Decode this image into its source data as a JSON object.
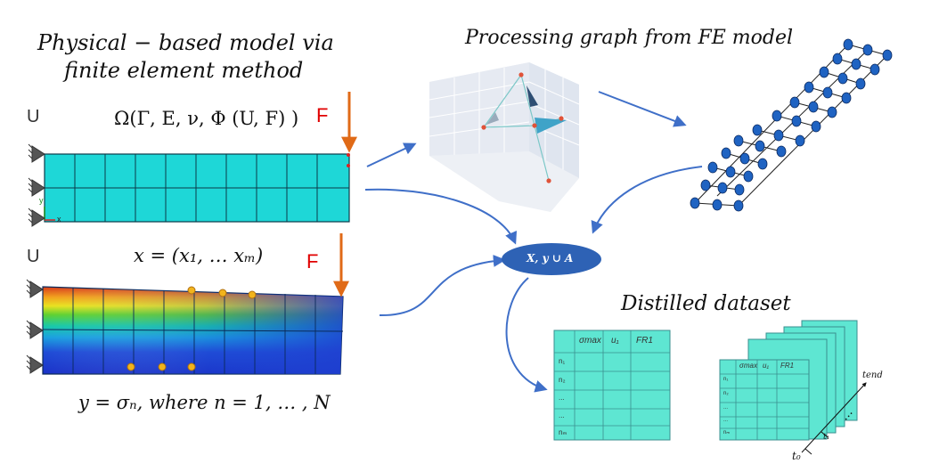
{
  "left": {
    "title_line1": "Physical − based model via",
    "title_line2": "finite element method",
    "omega_eq": "Ω(Γ, E, ν, Φ (U, F) )",
    "x_eq": "x = (x₁, … xₘ)",
    "y_eq": "y = σₙ, where n = 1, … , N",
    "u_label_top": "U",
    "u_label_bottom": "U",
    "f_label_top": "F",
    "f_label_bottom": "F",
    "axis_y": "y",
    "axis_x": "x"
  },
  "right": {
    "graph_title": "Processing graph from FE model",
    "node_label": "X, y ∪ A",
    "dataset_title": "Distilled dataset"
  },
  "table1": {
    "headers": [
      "σmax",
      "u₁",
      "FR1"
    ],
    "rows": [
      "n₁",
      "n₂",
      "...",
      "...",
      "nₘ"
    ]
  },
  "table2": {
    "headers": [
      "σmax",
      "u₁",
      "FR1"
    ],
    "rows": [
      "n₁",
      "n₂",
      "...",
      "...",
      "nₘ"
    ],
    "time_start": "t₀",
    "time_1": "t₁",
    "time_end": "tend",
    "dots": "…"
  },
  "colors": {
    "mesh_fill": "#1ed7d7",
    "node_ellipse": "#2e62b5",
    "graph_node": "#1f63c2",
    "table_fill": "#5ee6d2",
    "arrow": "#3f6fc8",
    "force": "#e06a17"
  }
}
